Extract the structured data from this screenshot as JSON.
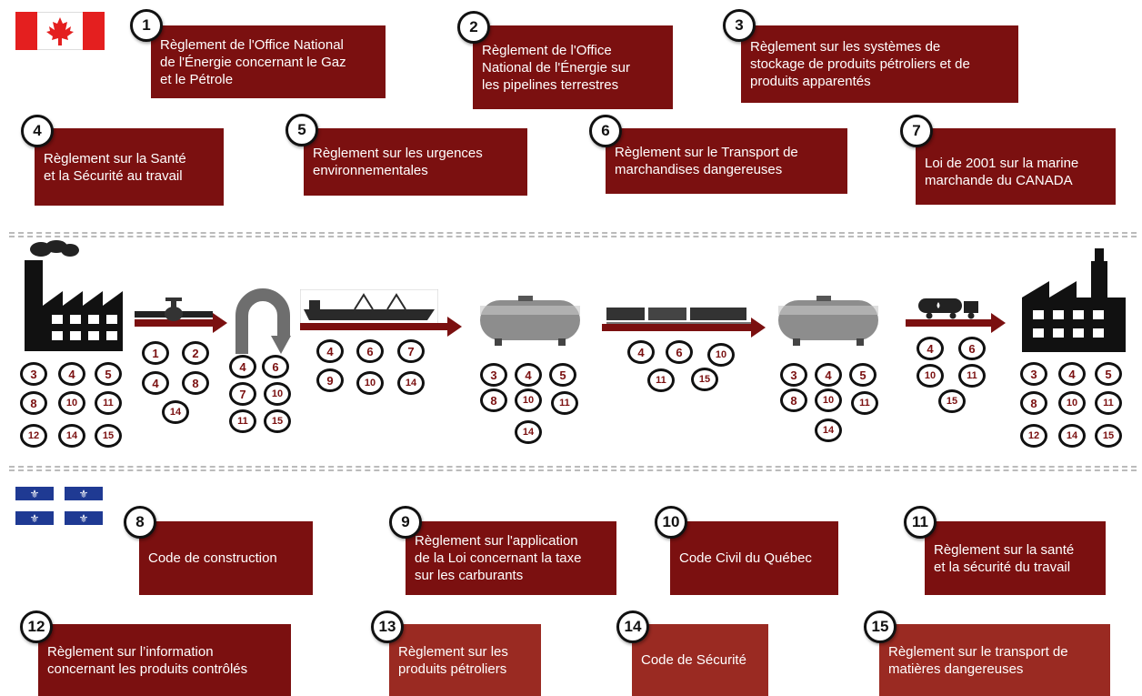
{
  "federal_regulations": [
    {
      "num": "1",
      "title": "Règlement de l'Office National\nde l'Énergie concernant le Gaz\net le Pétrole"
    },
    {
      "num": "2",
      "title": "Règlement de l'Office\nNational de l'Énergie sur\nles pipelines terrestres"
    },
    {
      "num": "3",
      "title": "Règlement sur les systèmes de\nstockage de produits pétroliers et de\nproduits apparentés"
    },
    {
      "num": "4",
      "title": "Règlement sur la Santé\net la Sécurité au travail"
    },
    {
      "num": "5",
      "title": "Règlement sur les urgences\nenvironnementales"
    },
    {
      "num": "6",
      "title": "Règlement sur le Transport de\nmarchandises dangereuses"
    },
    {
      "num": "7",
      "title": "Loi de 2001 sur la marine\nmarchande du CANADA"
    }
  ],
  "quebec_regulations": [
    {
      "num": "8",
      "title": "Code de construction"
    },
    {
      "num": "9",
      "title": "Règlement sur l'application\nde la Loi concernant la taxe\nsur les carburants"
    },
    {
      "num": "10",
      "title": "Code Civil du Québec"
    },
    {
      "num": "11",
      "title": "Règlement sur la santé\net la sécurité du travail"
    },
    {
      "num": "12",
      "title": "Règlement sur l’information\nconcernant les produits contrôlés"
    },
    {
      "num": "13",
      "title": "Règlement sur les\nproduits pétroliers"
    },
    {
      "num": "14",
      "title": "Code de Sécurité"
    },
    {
      "num": "15",
      "title": "Règlement sur le transport de\nmatières dangereuses"
    }
  ],
  "chain_steps": [
    {
      "name": "refinery",
      "icon": "factory-icon",
      "refs": [
        "3",
        "4",
        "5",
        "8",
        "10",
        "11",
        "12",
        "14",
        "15"
      ]
    },
    {
      "name": "pipeline",
      "icon": "pipeline-valve-icon",
      "refs": [
        "1",
        "2",
        "4",
        "8",
        "14"
      ]
    },
    {
      "name": "loading",
      "icon": "loading-arc-icon",
      "refs": [
        "4",
        "6",
        "7",
        "10",
        "11",
        "15"
      ]
    },
    {
      "name": "ship",
      "icon": "tanker-ship-icon",
      "refs": [
        "4",
        "6",
        "7",
        "9",
        "10",
        "14"
      ]
    },
    {
      "name": "storage-terminal",
      "icon": "storage-tank-icon",
      "refs": [
        "3",
        "4",
        "5",
        "8",
        "10",
        "11",
        "14"
      ]
    },
    {
      "name": "rail",
      "icon": "train-icon",
      "refs": [
        "4",
        "6",
        "10",
        "11",
        "15"
      ]
    },
    {
      "name": "depot",
      "icon": "storage-tank-icon",
      "refs": [
        "3",
        "4",
        "5",
        "8",
        "10",
        "11",
        "14"
      ]
    },
    {
      "name": "truck",
      "icon": "tanker-truck-icon",
      "refs": [
        "4",
        "6",
        "10",
        "11",
        "15"
      ]
    },
    {
      "name": "distribution",
      "icon": "factory-icon",
      "refs": [
        "3",
        "4",
        "5",
        "8",
        "10",
        "11",
        "12",
        "14",
        "15"
      ]
    }
  ],
  "colors": {
    "box": "#7b1010",
    "box_light": "#9a2a22",
    "canada_red": "#e41f1f",
    "quebec_blue": "#1f3a93"
  },
  "flags": {
    "canada": "canada-flag-icon",
    "quebec": "quebec-flag-icon"
  }
}
